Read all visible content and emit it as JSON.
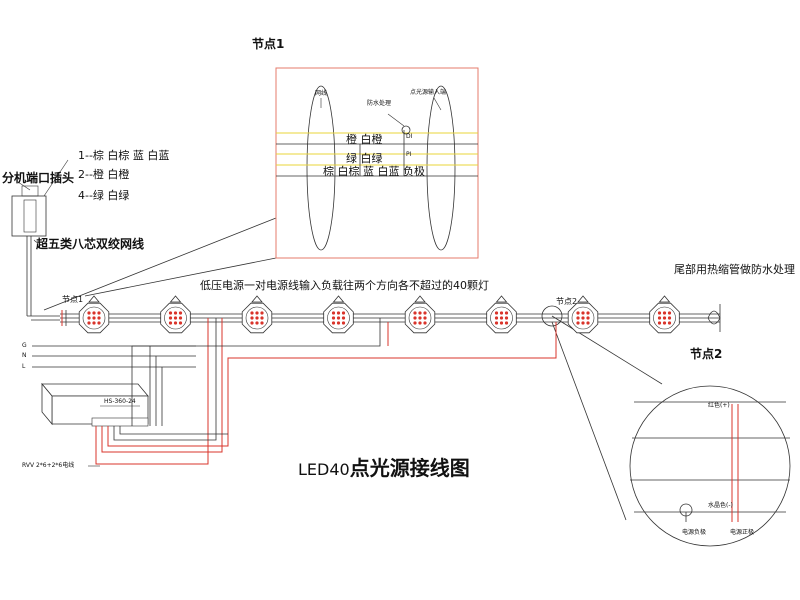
{
  "title": {
    "prefix": "LED40",
    "main": "点光源接线图"
  },
  "node1": {
    "label": "节点1",
    "net_line": "网线",
    "waterproof": "防水处理",
    "input_end": "点光源输入端",
    "row1": "橙 白橙",
    "row2": "绿 白绿",
    "row3": "棕 白棕   蓝 白蓝   负极",
    "di": "DI",
    "pi": "PI"
  },
  "pinout": {
    "line1": "1--棕 白棕   蓝 白蓝",
    "line2": "2--橙 白橙",
    "line3": "4--绿 白绿"
  },
  "connector_label": "分机端口插头",
  "cable_label": "超五类八芯双绞网线",
  "mid_note": "低压电源一对电源线输入负载往两个方向各不超过的40颗灯",
  "tail_note": "尾部用热缩管做防水处理",
  "node_small_1": "节点1",
  "node_small_2": "节点2",
  "node2": {
    "label": "节点2",
    "red": "红色(+)",
    "crystal": "水晶色(-)",
    "neg": "电源负极",
    "pos": "电源正极"
  },
  "mains": {
    "g": "G",
    "n": "N",
    "l": "L"
  },
  "psu_model": "HS-360-24",
  "cable_spec": "RVV 2*6+2*6电线",
  "colors": {
    "red": "#d9342b",
    "yellow": "#e8d43a",
    "line": "#333333"
  },
  "lamp_count_shown": 8
}
